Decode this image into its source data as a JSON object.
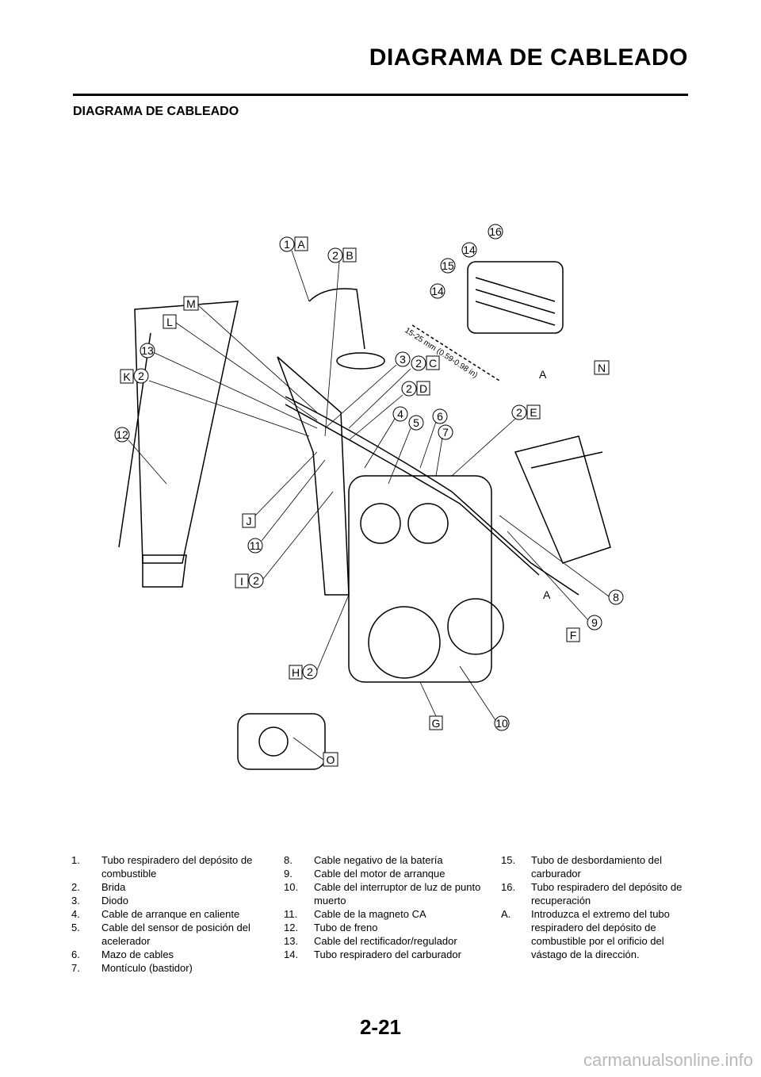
{
  "header": {
    "title": "DIAGRAMA DE CABLEADO"
  },
  "section": {
    "title": "DIAGRAMA DE CABLEADO"
  },
  "figure": {
    "dimension": "15-25 mm (0.59-0.98 in)",
    "callouts": {
      "c1": "1",
      "cA": "A",
      "c2b": "2",
      "cB": "B",
      "c16": "16",
      "c14a": "14",
      "c15": "15",
      "c14b": "14",
      "cM": "M",
      "cL": "L",
      "c13": "13",
      "cK": "K",
      "c2k": "2",
      "c12": "12",
      "c3": "3",
      "c2c": "2",
      "cC": "C",
      "c2d": "2",
      "cD": "D",
      "c4": "4",
      "c5": "5",
      "c6": "6",
      "c7": "7",
      "c2e": "2",
      "cE": "E",
      "cN": "N",
      "cA2": "A",
      "cJ": "J",
      "c11": "11",
      "cI": "I",
      "c2i": "2",
      "c8": "8",
      "cA3": "A",
      "c9": "9",
      "cF": "F",
      "cH": "H",
      "c2h": "2",
      "c10": "10",
      "cG": "G",
      "cO": "O"
    }
  },
  "legend": {
    "col1": [
      {
        "num": "1.",
        "text": "Tubo respiradero del depósito de combustible"
      },
      {
        "num": "2.",
        "text": "Brida"
      },
      {
        "num": "3.",
        "text": "Diodo"
      },
      {
        "num": "4.",
        "text": "Cable de arranque en caliente"
      },
      {
        "num": "5.",
        "text": "Cable del sensor de posición del acelerador"
      },
      {
        "num": "6.",
        "text": "Mazo de cables"
      },
      {
        "num": "7.",
        "text": "Montículo (bastidor)"
      }
    ],
    "col2": [
      {
        "num": "8.",
        "text": "Cable negativo de la batería"
      },
      {
        "num": "9.",
        "text": "Cable del motor de arranque"
      },
      {
        "num": "10.",
        "text": "Cable del interruptor de luz de punto muerto"
      },
      {
        "num": "11.",
        "text": "Cable de la magneto CA"
      },
      {
        "num": "12.",
        "text": "Tubo de freno"
      },
      {
        "num": "13.",
        "text": "Cable del rectificador/regulador"
      },
      {
        "num": "14.",
        "text": "Tubo respiradero del carburador"
      }
    ],
    "col3": [
      {
        "num": "15.",
        "text": "Tubo de desbordamiento del carburador"
      },
      {
        "num": "16.",
        "text": "Tubo respiradero del depósito de recuperación"
      },
      {
        "num": "A.",
        "text": "Introduzca el extremo del tubo respiradero del depósito de combustible por el orificio del vástago de la dirección."
      }
    ]
  },
  "footer": {
    "page_number": "2-21",
    "watermark": "carmanualsonline.info"
  }
}
